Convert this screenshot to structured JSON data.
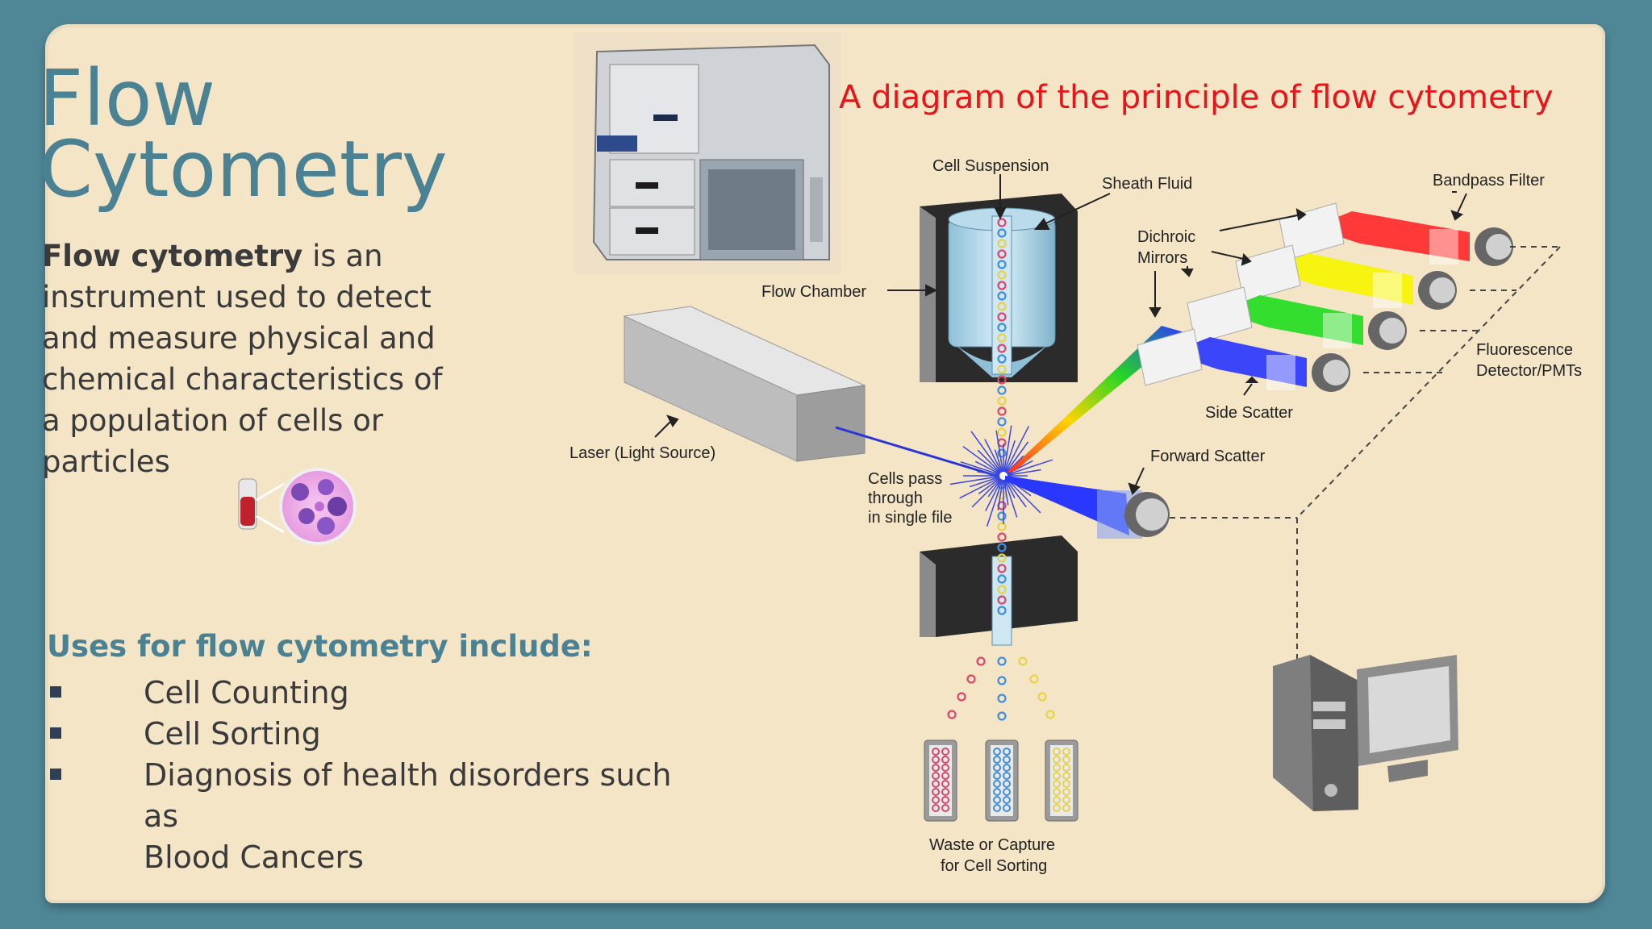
{
  "slide": {
    "title_line1": "Flow",
    "title_line2": "Cytometry",
    "intro": {
      "term": "Flow cytometry",
      "text_line1": " is an",
      "text_line2": "instrument used to detect",
      "text_line3": "and measure physical and",
      "text_line4": "chemical characteristics of",
      "text_line5": "a population of cells or",
      "text_line6": "particles"
    },
    "uses_heading": "Uses for flow cytometry include:",
    "uses": [
      "Cell Counting",
      "Cell Sorting",
      "Diagnosis of health disorders  such as",
      "Blood Cancers"
    ]
  },
  "diagram": {
    "title": "A diagram of the principle of flow cytometry",
    "labels": {
      "cell_suspension": "Cell Suspension",
      "sheath_fluid": "Sheath Fluid",
      "bandpass_filter": "Bandpass Filter",
      "dichroic_1": "Dichroic",
      "dichroic_2": "Mirrors",
      "flow_chamber": "Flow Chamber",
      "fluorescence_1": "Fluorescence",
      "fluorescence_2": "Detector/PMTs",
      "side_scatter": "Side Scatter",
      "laser": "Laser (Light Source)",
      "forward_scatter": "Forward Scatter",
      "cells_pass_1": "Cells pass",
      "cells_pass_2": "through",
      "cells_pass_3": "in single file",
      "waste_1": "Waste or Capture",
      "waste_2": "for Cell Sorting"
    },
    "beam_colors": [
      "#ff2a2a",
      "#f5f500",
      "#22dd22",
      "#2a38ff"
    ]
  }
}
